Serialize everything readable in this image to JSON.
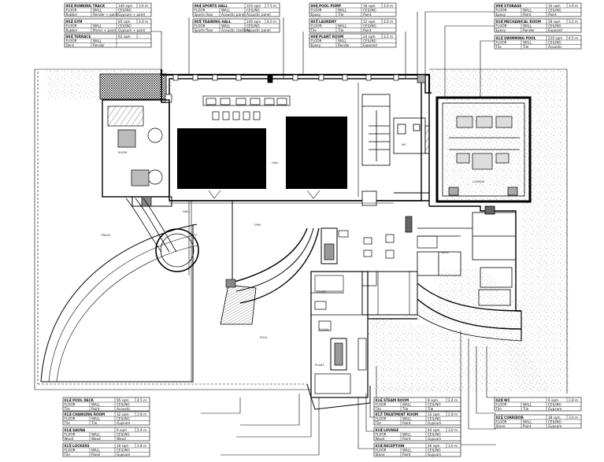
{
  "plan": {
    "line_color": "#000000",
    "background": "#ffffff",
    "dark_fill": "#000000",
    "stipple_color": "#555555"
  },
  "room_tags": [
    {
      "id": "t1",
      "code": "001",
      "name": "RUNNING TRACK",
      "area": "140 sqm",
      "height": "3.0 m",
      "r1": [
        "FLOOR",
        "WALL",
        "CEILING"
      ],
      "r2": [
        "Rubber",
        "Render + paint",
        "Gypsum + paint"
      ]
    },
    {
      "id": "t2",
      "code": "002",
      "name": "GYM",
      "area": "85 sqm",
      "height": "3.0 m",
      "r1": [
        "FLOOR",
        "WALL",
        "CEILING"
      ],
      "r2": [
        "Rubber",
        "Mirror + paint",
        "Gypsum + paint"
      ]
    },
    {
      "id": "t3",
      "code": "003",
      "name": "TERRACE",
      "area": "62 sqm",
      "height": "-",
      "r1": [
        "FLOOR",
        "WALL"
      ],
      "r2": [
        "Deck",
        "Render"
      ]
    },
    {
      "id": "t4",
      "code": "004",
      "name": "SPORTS HALL",
      "area": "310 sqm",
      "height": "7.5 m",
      "r1": [
        "FLOOR",
        "WALL",
        "CEILING"
      ],
      "r2": [
        "Sports floor",
        "Acoustic panel",
        "Acoustic panel"
      ]
    },
    {
      "id": "t5",
      "code": "005",
      "name": "TRAINING HALL",
      "area": "240 sqm",
      "height": "6.0 m",
      "r1": [
        "FLOOR",
        "WALL",
        "CEILING"
      ],
      "r2": [
        "Sports floor",
        "Acoustic cladding",
        "Acoustic panel"
      ]
    },
    {
      "id": "t6",
      "code": "006",
      "name": "POOL PUMP",
      "area": "18 sqm",
      "height": "3.0 m",
      "r1": [
        "FLOOR",
        "WALL",
        "CEILING"
      ],
      "r2": [
        "Epoxy",
        "Tile",
        "Paint"
      ]
    },
    {
      "id": "t7",
      "code": "007",
      "name": "LAUNDRY",
      "area": "12 sqm",
      "height": "3.0 m",
      "r1": [
        "FLOOR",
        "WALL",
        "CEILING"
      ],
      "r2": [
        "Tile",
        "Tile",
        "Paint"
      ]
    },
    {
      "id": "t8",
      "code": "008",
      "name": "PLANT ROOM",
      "area": "24 sqm",
      "height": "3.2 m",
      "r1": [
        "FLOOR",
        "WALL",
        "CEILING"
      ],
      "r2": [
        "Epoxy",
        "Render",
        "Exposed"
      ]
    },
    {
      "id": "t9",
      "code": "009",
      "name": "STORAGE",
      "area": "16 sqm",
      "height": "3.0 m",
      "r1": [
        "FLOOR",
        "WALL",
        "CEILING"
      ],
      "r2": [
        "Epoxy",
        "Paint",
        "Paint"
      ]
    },
    {
      "id": "t10",
      "code": "010",
      "name": "MECHANICAL ROOM",
      "area": "28 sqm",
      "height": "3.2 m",
      "r1": [
        "FLOOR",
        "WALL",
        "CEILING"
      ],
      "r2": [
        "Epoxy",
        "Render",
        "Exposed"
      ]
    },
    {
      "id": "t11",
      "code": "011",
      "name": "SWIMMING POOL",
      "area": "220 sqm",
      "height": "4.5 m",
      "r1": [
        "FLOOR",
        "WALL",
        "CEILING"
      ],
      "r2": [
        "Tile",
        "Tile",
        "Acoustic"
      ]
    },
    {
      "id": "t12",
      "code": "012",
      "name": "POOL DECK",
      "area": "95 sqm",
      "height": "4.5 m",
      "r1": [
        "FLOOR",
        "WALL",
        "CEILING"
      ],
      "r2": [
        "Tile",
        "Paint",
        "Acoustic"
      ]
    },
    {
      "id": "t13",
      "code": "013",
      "name": "CHANGING ROOM",
      "area": "32 sqm",
      "height": "2.8 m",
      "r1": [
        "FLOOR",
        "WALL",
        "CEILING"
      ],
      "r2": [
        "Tile",
        "Tile",
        "Gypsum"
      ]
    },
    {
      "id": "t14",
      "code": "014",
      "name": "SAUNA",
      "area": "9 sqm",
      "height": "2.4 m",
      "r1": [
        "FLOOR",
        "WALL",
        "CEILING"
      ],
      "r2": [
        "Wood",
        "Wood",
        "Wood"
      ]
    },
    {
      "id": "t15",
      "code": "015",
      "name": "LOCKERS",
      "area": "20 sqm",
      "height": "2.8 m",
      "r1": [
        "FLOOR",
        "WALL",
        "CEILING"
      ],
      "r2": [
        "Tile",
        "Panel",
        "Gypsum"
      ]
    },
    {
      "id": "t16",
      "code": "016",
      "name": "STEAM ROOM",
      "area": "8 sqm",
      "height": "2.4 m",
      "r1": [
        "FLOOR",
        "WALL",
        "CEILING"
      ],
      "r2": [
        "Tile",
        "Tile",
        "Tile"
      ]
    },
    {
      "id": "t17",
      "code": "017",
      "name": "TREATMENT ROOM",
      "area": "14 sqm",
      "height": "2.8 m",
      "r1": [
        "FLOOR",
        "WALL",
        "CEILING"
      ],
      "r2": [
        "Tile",
        "Paint",
        "Gypsum"
      ]
    },
    {
      "id": "t18",
      "code": "018",
      "name": "LOUNGE",
      "area": "44 sqm",
      "height": "3.0 m",
      "r1": [
        "FLOOR",
        "WALL",
        "CEILING"
      ],
      "r2": [
        "Wood",
        "Paint",
        "Gypsum"
      ]
    },
    {
      "id": "t19",
      "code": "019",
      "name": "RECEPTION",
      "area": "26 sqm",
      "height": "3.0 m",
      "r1": [
        "FLOOR",
        "WALL",
        "CEILING"
      ],
      "r2": [
        "Stone",
        "Paint",
        "Gypsum"
      ]
    },
    {
      "id": "t20",
      "code": "020",
      "name": "WC",
      "area": "6 sqm",
      "height": "2.8 m",
      "r1": [
        "FLOOR",
        "WALL",
        "CEILING"
      ],
      "r2": [
        "Tile",
        "Tile",
        "Gypsum"
      ]
    },
    {
      "id": "t21",
      "code": "021",
      "name": "CORRIDOR",
      "area": "38 sqm",
      "height": "3.0 m",
      "r1": [
        "FLOOR",
        "WALL",
        "CEILING"
      ],
      "r2": [
        "Stone",
        "Paint",
        "Gypsum"
      ]
    }
  ],
  "room_labels": [
    {
      "id": "r1",
      "text": "ROOM"
    },
    {
      "id": "r2",
      "text": "TRACK"
    },
    {
      "id": "r3",
      "text": "HALL"
    },
    {
      "id": "r4",
      "text": "HALL"
    },
    {
      "id": "r5",
      "text": "GYM"
    },
    {
      "id": "r6",
      "text": "POOL"
    },
    {
      "id": "r7",
      "text": "WC"
    },
    {
      "id": "r8",
      "text": "STORE"
    },
    {
      "id": "r9",
      "text": "SAUNA"
    },
    {
      "id": "r10",
      "text": "LOUNGE"
    },
    {
      "id": "r11",
      "text": "PLANT"
    },
    {
      "id": "r12",
      "text": "DECK"
    }
  ]
}
